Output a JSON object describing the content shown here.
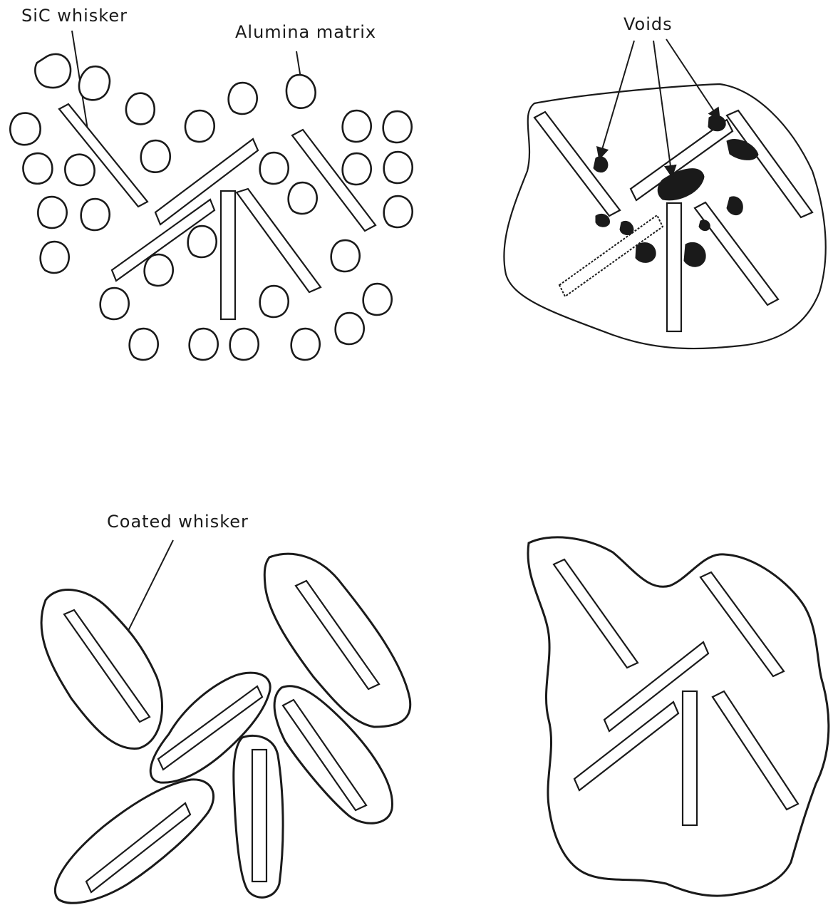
{
  "labels": {
    "sic_whisker": "SiC  whisker",
    "alumina_matrix": "Alumina  matrix",
    "voids": "Voids",
    "coated_whisker": "Coated  whisker"
  }
}
